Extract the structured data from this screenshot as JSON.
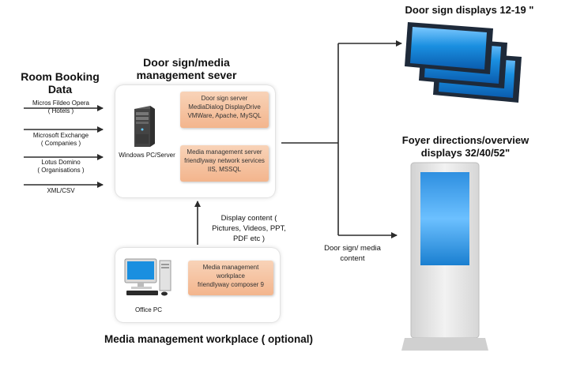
{
  "room_booking": {
    "title_line1": "Room Booking",
    "title_line2": "Data",
    "sources": [
      {
        "line1": "Micros Fildeo Opera",
        "line2": "( Hotels )"
      },
      {
        "line1": "Microsoft Exchange",
        "line2": "( Companies )"
      },
      {
        "line1": "Lotus Domino",
        "line2": "( Organisations )"
      },
      {
        "line1": "XML/CSV",
        "line2": ""
      }
    ]
  },
  "server_panel": {
    "title_line1": "Door sign/media",
    "title_line2": "management sever",
    "pc_label": "Windows PC/Server",
    "door_sign_server": {
      "line1": "Door sign server",
      "line2": "MediaDialog DisplayDrive",
      "line3": "VMWare, Apache, MySQL"
    },
    "media_server": {
      "line1": "Media management server",
      "line2": "friendlyway network services",
      "line3": "IIS, MSSQL"
    }
  },
  "display_content": {
    "line1": "Display content (",
    "line2": "Pictures, Videos, PPT,",
    "line3": "PDF etc )"
  },
  "workplace_panel": {
    "pc_label": "Office PC",
    "box": {
      "line1": "Media management",
      "line2": "workplace",
      "line3": "friendlyway composer 9"
    },
    "caption": "Media management workplace ( optional)"
  },
  "door_sign_displays": {
    "title": "Door sign displays 12-19 \""
  },
  "foyer": {
    "title_line1": "Foyer directions/overview",
    "title_line2": "displays 32/40/52\""
  },
  "door_sign_media_content": {
    "line1": "Door sign/ media",
    "line2": "content"
  },
  "colors": {
    "orange_box": "#f3b58d",
    "screen_blue": "#1a8fe0",
    "monitor_frame": "#1e2a3a",
    "kiosk_body": "#e6e6e6"
  }
}
